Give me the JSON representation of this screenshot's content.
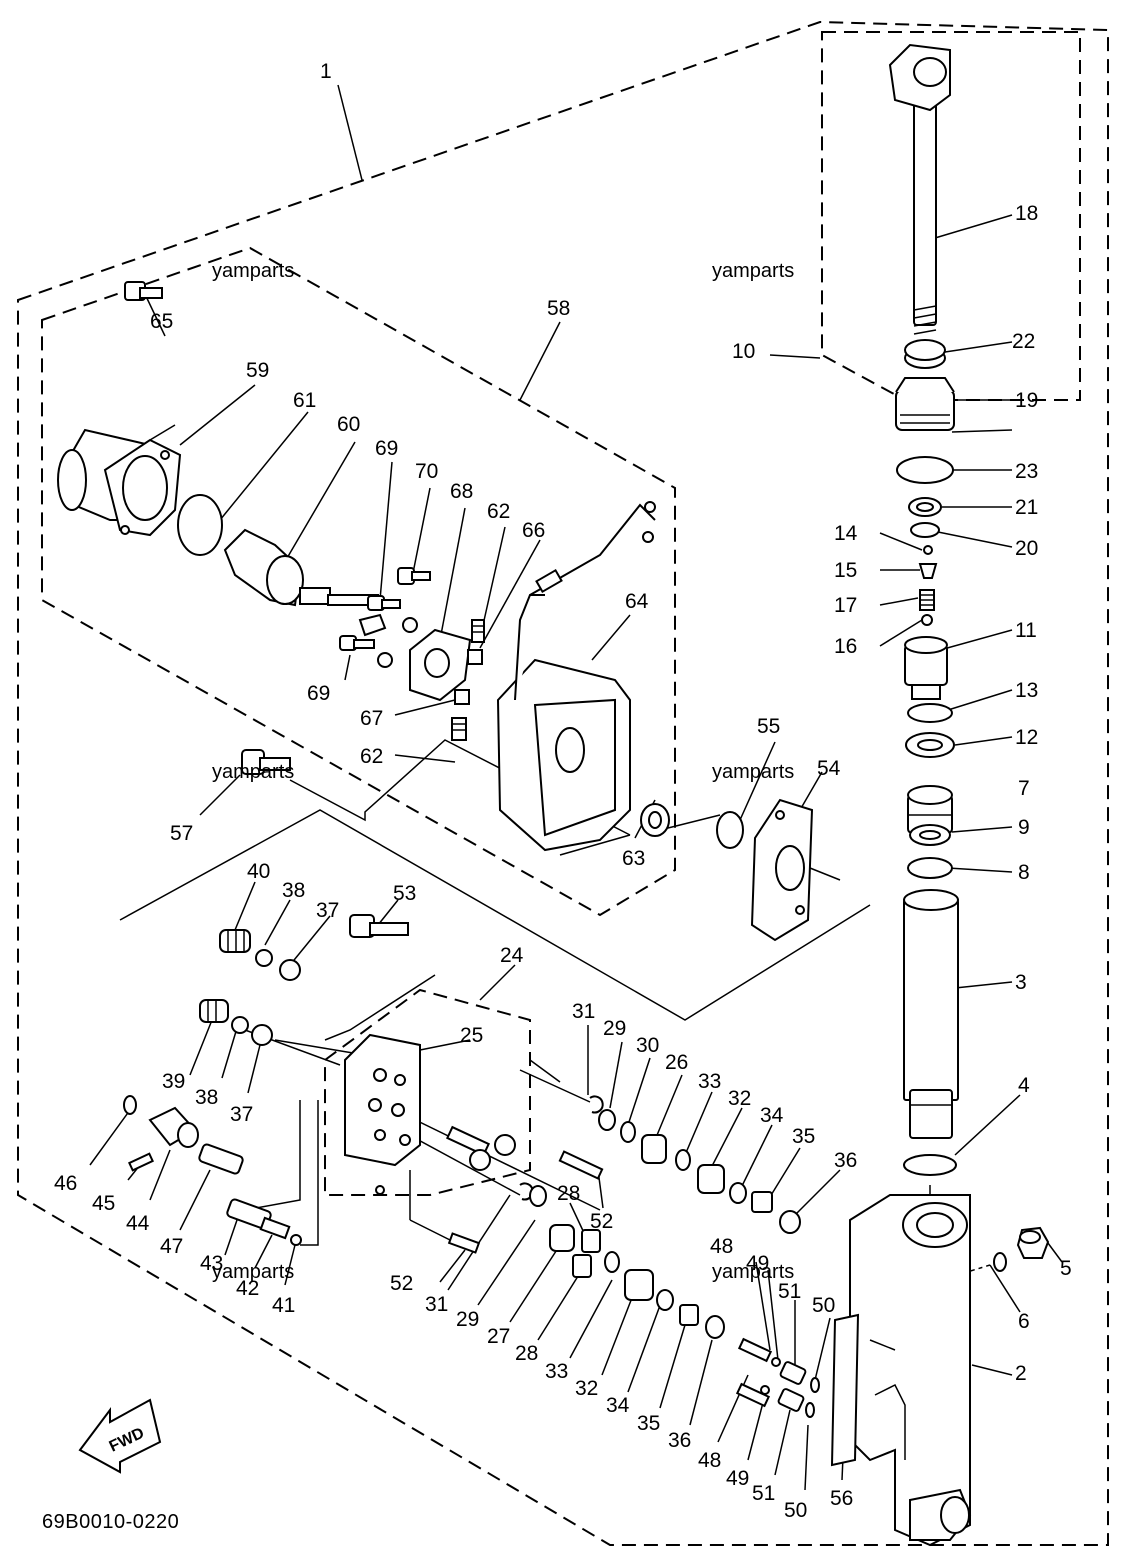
{
  "diagram": {
    "part_code": "69B0010-0220",
    "watermark": "yamparts",
    "fwd_arrow_label": "FWD",
    "callouts": {
      "c1": "1",
      "c2": "2",
      "c3": "3",
      "c4": "4",
      "c5": "5",
      "c6": "6",
      "c7": "7",
      "c8": "8",
      "c9": "9",
      "c10": "10",
      "c11": "11",
      "c12": "12",
      "c13": "13",
      "c14": "14",
      "c15": "15",
      "c16": "16",
      "c17": "17",
      "c18": "18",
      "c19": "19",
      "c20": "20",
      "c21": "21",
      "c22": "22",
      "c23": "23",
      "c24": "24",
      "c25": "25",
      "c26": "26",
      "c27": "27",
      "c28a": "28",
      "c28b": "28",
      "c29a": "29",
      "c29b": "29",
      "c30": "30",
      "c31a": "31",
      "c31b": "31",
      "c32a": "32",
      "c32b": "32",
      "c33a": "33",
      "c33b": "33",
      "c34a": "34",
      "c34b": "34",
      "c35a": "35",
      "c35b": "35",
      "c36a": "36",
      "c36b": "36",
      "c37a": "37",
      "c37b": "37",
      "c38a": "38",
      "c38b": "38",
      "c39": "39",
      "c40": "40",
      "c41": "41",
      "c42": "42",
      "c43": "43",
      "c44": "44",
      "c45": "45",
      "c46": "46",
      "c47": "47",
      "c48a": "48",
      "c48b": "48",
      "c49a": "49",
      "c49b": "49",
      "c50a": "50",
      "c50b": "50",
      "c51a": "51",
      "c51b": "51",
      "c52a": "52",
      "c52b": "52",
      "c53": "53",
      "c54": "54",
      "c55": "55",
      "c56": "56",
      "c57": "57",
      "c58": "58",
      "c59": "59",
      "c60": "60",
      "c61": "61",
      "c62a": "62",
      "c62b": "62",
      "c63": "63",
      "c64": "64",
      "c65": "65",
      "c66": "66",
      "c67": "67",
      "c68": "68",
      "c69a": "69",
      "c69b": "69",
      "c70": "70"
    }
  }
}
